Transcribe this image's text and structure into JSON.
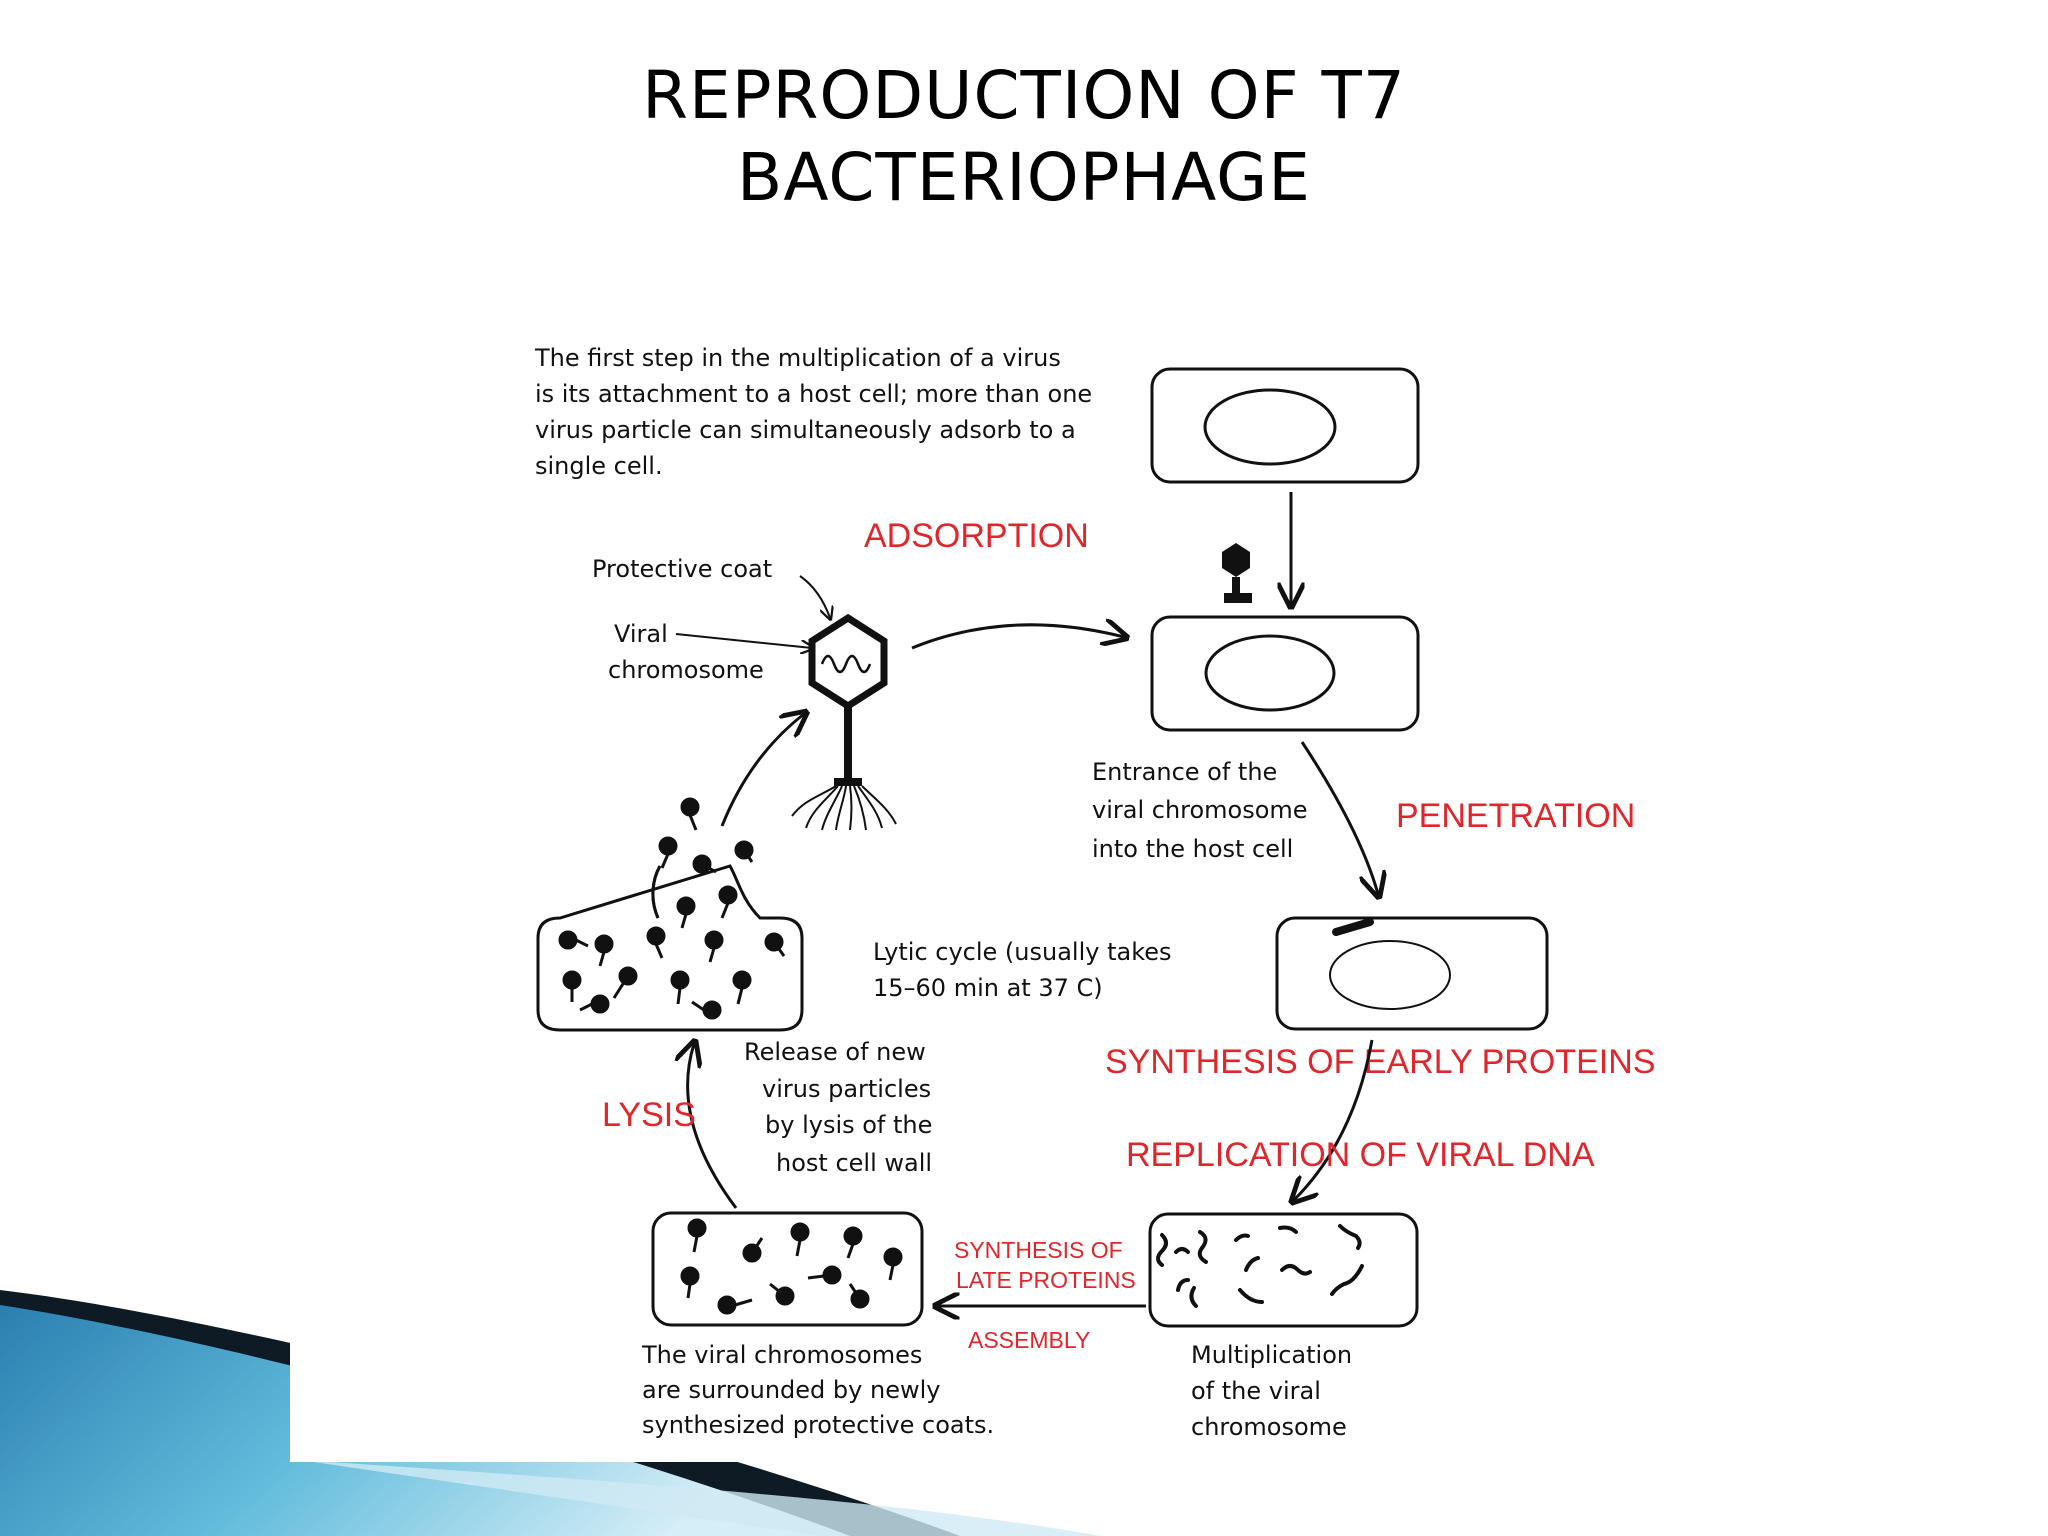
{
  "title_line1": "REPRODUCTION OF T7",
  "title_line2": "BACTERIOPHAGE",
  "intro": [
    "The first step in the multiplication of a virus",
    "is its attachment to a host cell; more than one",
    "virus particle can simultaneously adsorb to a",
    "single cell."
  ],
  "stages": {
    "adsorption": "ADSORPTION",
    "penetration": "PENETRATION",
    "early_proteins": "SYNTHESIS OF EARLY PROTEINS",
    "replication": "REPLICATION OF VIRAL DNA",
    "late_proteins_1": "SYNTHESIS OF",
    "late_proteins_2": "LATE PROTEINS",
    "assembly": "ASSEMBLY",
    "lysis": "LYSIS"
  },
  "labels": {
    "protective_coat": "Protective coat",
    "viral": "Viral",
    "chromosome": "chromosome"
  },
  "notes": {
    "entrance": [
      "Entrance of the",
      "viral chromosome",
      "into the host cell"
    ],
    "lytic": [
      "Lytic cycle (usually takes",
      "15–60 min  at 37  C)"
    ],
    "release": [
      "Release of new",
      "virus particles",
      "by lysis of the",
      "host cell wall"
    ],
    "assembly_note": [
      "The viral chromosomes",
      "are surrounded by newly",
      "synthesized protective coats."
    ],
    "multiplication": [
      "Multiplication",
      "of the viral",
      "chromosome"
    ]
  },
  "colors": {
    "stage_red": "#e0252b",
    "decor_dark": "#0e1a24",
    "decor_blue": "#3b96c4",
    "decor_light": "#a9dcee"
  }
}
